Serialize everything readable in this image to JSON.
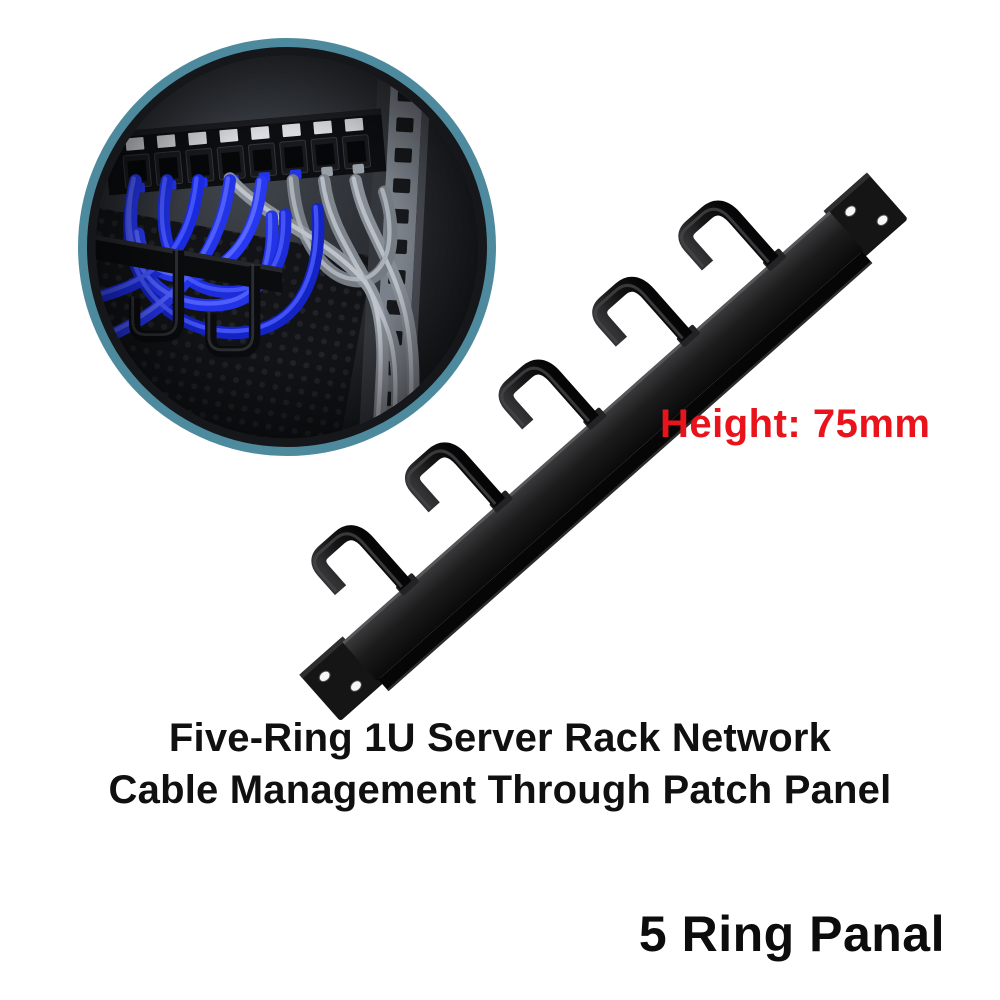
{
  "annotation": {
    "height_label": "Height: 75mm"
  },
  "title": {
    "line1": "Five-Ring 1U Server Rack Network",
    "line2": "Cable Management Through Patch Panel"
  },
  "footer": {
    "label": "5 Ring Panal"
  },
  "product": {
    "ring_count": 5,
    "type": "1U rack cable management ring panel"
  },
  "colors": {
    "red_accent": "#e8131b",
    "circle_border": "#4e8a9e",
    "panel_black": "#141414",
    "cable_blue": "#2334e8",
    "cable_gray": "#9aa0a8"
  }
}
